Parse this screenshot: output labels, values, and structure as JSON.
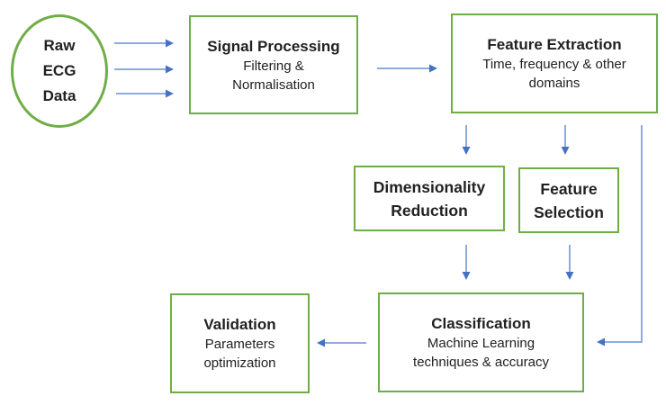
{
  "diagram": {
    "description": "ECG machine-learning pipeline flowchart",
    "colors": {
      "node_border_green": "#70AD47",
      "arrow_stem_blue": "#8FAADC",
      "arrow_head_blue": "#4472C4",
      "text": "#212121",
      "background": "#FFFFFF"
    },
    "nodes": {
      "raw_ecg_data": {
        "shape": "ellipse",
        "lines": [
          "Raw",
          "ECG",
          "Data"
        ]
      },
      "signal_processing": {
        "shape": "rect",
        "title": "Signal Processing",
        "subtitle_lines": [
          "Filtering &",
          "Normalisation"
        ]
      },
      "feature_extraction": {
        "shape": "rect",
        "title": "Feature Extraction",
        "subtitle_lines": [
          "Time, frequency & other",
          "domains"
        ]
      },
      "dimensionality_reduction": {
        "shape": "rect",
        "title_lines": [
          "Dimensionality",
          "Reduction"
        ]
      },
      "feature_selection": {
        "shape": "rect",
        "title_lines": [
          "Feature",
          "Selection"
        ]
      },
      "validation": {
        "shape": "rect",
        "title": "Validation",
        "subtitle_lines": [
          "Parameters",
          "optimization"
        ]
      },
      "classification": {
        "shape": "rect",
        "title": "Classification",
        "subtitle_lines": [
          "Machine Learning",
          "techniques & accuracy"
        ]
      }
    },
    "edges": [
      {
        "from": "raw_ecg_data",
        "to": "signal_processing",
        "style": "three parallel horizontal arrows"
      },
      {
        "from": "signal_processing",
        "to": "feature_extraction",
        "style": "horizontal arrow"
      },
      {
        "from": "feature_extraction",
        "to": "dimensionality_reduction",
        "style": "vertical arrow"
      },
      {
        "from": "feature_extraction",
        "to": "feature_selection",
        "style": "vertical arrow"
      },
      {
        "from": "feature_extraction",
        "to": "classification",
        "style": "elbow arrow down right side then left"
      },
      {
        "from": "dimensionality_reduction",
        "to": "classification",
        "style": "vertical arrow"
      },
      {
        "from": "feature_selection",
        "to": "classification",
        "style": "vertical arrow"
      },
      {
        "from": "classification",
        "to": "validation",
        "style": "horizontal arrow pointing left"
      }
    ]
  }
}
